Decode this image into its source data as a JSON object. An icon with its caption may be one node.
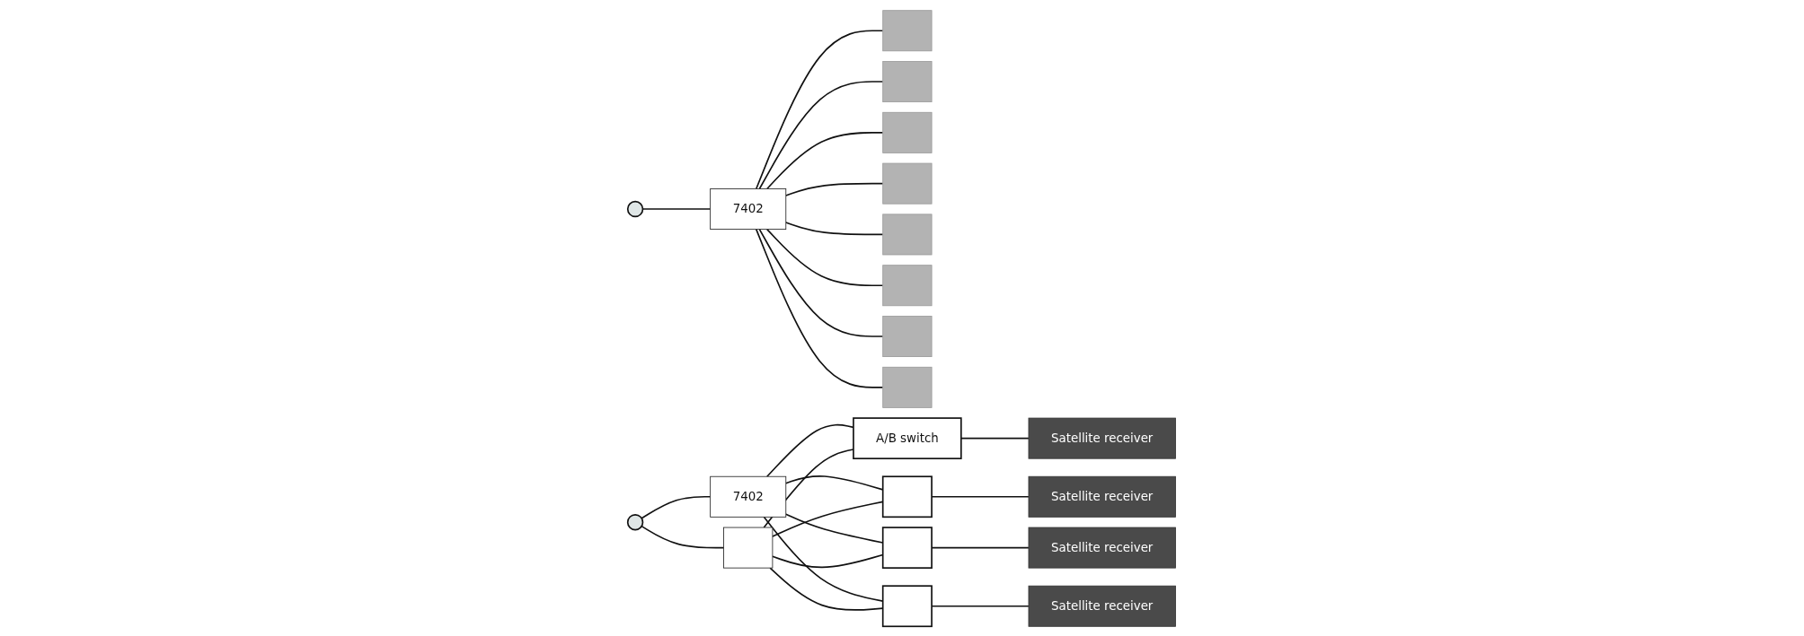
{
  "diagram": {
    "nodes": [
      {
        "text": [],
        "shape": "circle"
      },
      {
        "text": [
          "7402"
        ]
      },
      {
        "text": [],
        "shape": "box"
      },
      {
        "text": [],
        "shape": "box"
      },
      {
        "text": [],
        "shape": "box"
      },
      {
        "text": [],
        "shape": "box"
      },
      {
        "text": [],
        "shape": "box"
      },
      {
        "text": [],
        "shape": "box"
      },
      {
        "text": [],
        "shape": "box"
      },
      {
        "text": [],
        "shape": "box"
      },
      {
        "text": [],
        "shape": "circle"
      },
      {
        "text": [
          "7402"
        ]
      },
      {
        "text": [],
        "shape": "box"
      },
      {
        "text": [],
        "shape": "box"
      },
      {
        "text": [],
        "shape": "box"
      },
      {
        "text": [],
        "shape": "box"
      },
      {
        "text": [
          "A/B switch"
        ]
      },
      {
        "text": [
          "Satellite receiver"
        ]
      },
      {
        "text": [
          "Satellite receiver"
        ]
      },
      {
        "text": [
          "Satellite receiver"
        ]
      },
      {
        "text": [
          "Satellite receiver"
        ]
      }
    ],
    "edges": [
      {
        "from": 0,
        "to": 1,
        "arrow": "none"
      },
      {
        "from": 1,
        "to": 4,
        "arrow": "none"
      },
      {
        "from": 1,
        "to": 3,
        "arrow": "none"
      },
      {
        "from": 1,
        "to": 2,
        "arrow": "none"
      },
      {
        "from": 1,
        "to": 5,
        "arrow": "none"
      },
      {
        "from": 1,
        "to": 6,
        "arrow": "none"
      },
      {
        "from": 1,
        "to": 7,
        "arrow": "none"
      },
      {
        "from": 1,
        "to": 9,
        "arrow": "none"
      },
      {
        "from": 1,
        "to": 8,
        "arrow": "none"
      },
      {
        "from": 10,
        "to": 11,
        "arrow": "none"
      },
      {
        "from": 10,
        "to": 12,
        "arrow": "none"
      },
      {
        "from": 11,
        "to": 16,
        "arrow": "none"
      },
      {
        "from": 11,
        "to": 13,
        "arrow": "none"
      },
      {
        "from": 11,
        "to": 14,
        "arrow": "none"
      },
      {
        "from": 11,
        "to": 15,
        "arrow": "none"
      },
      {
        "from": 12,
        "to": 16,
        "arrow": "none"
      },
      {
        "from": 12,
        "to": 13,
        "arrow": "none"
      },
      {
        "from": 12,
        "to": 14,
        "arrow": "none"
      },
      {
        "from": 12,
        "to": 15,
        "arrow": "none"
      },
      {
        "from": 13,
        "to": 17,
        "arrow": "none"
      },
      {
        "from": 14,
        "to": 18,
        "arrow": "none"
      },
      {
        "from": 15,
        "to": 19,
        "arrow": "none"
      },
      {
        "from": 16,
        "to": 20,
        "arrow": "none"
      }
    ]
  }
}
